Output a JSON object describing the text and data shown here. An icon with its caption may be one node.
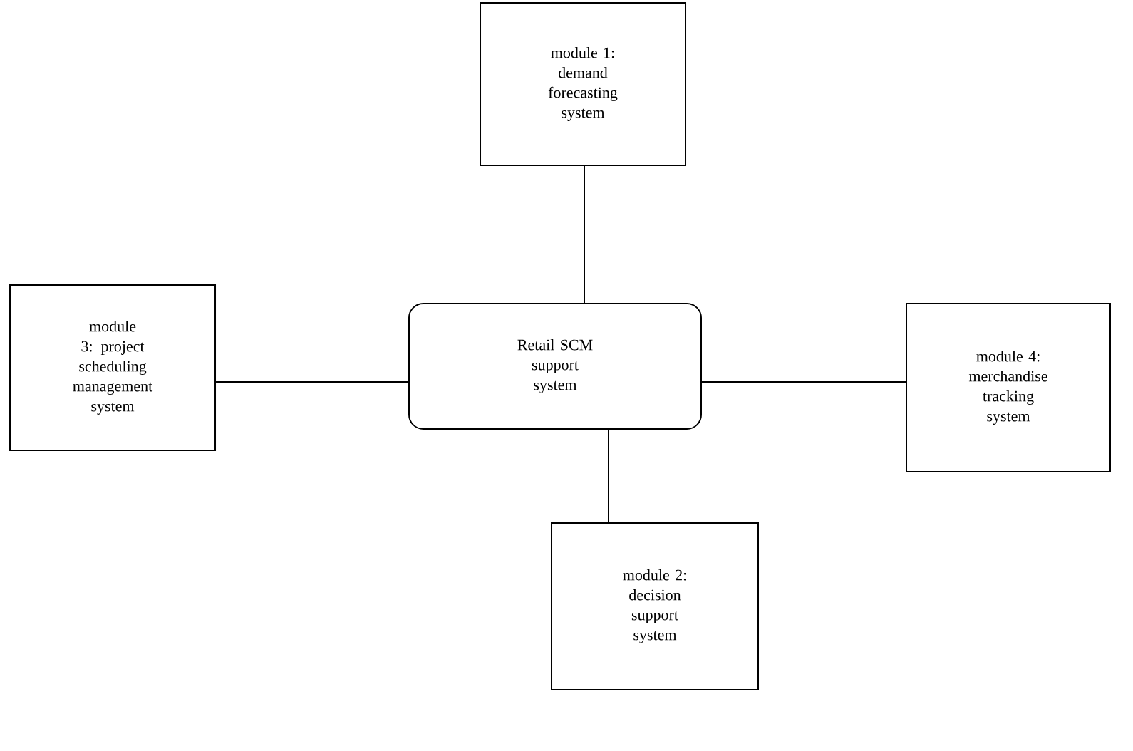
{
  "diagram": {
    "nodes": [
      {
        "text": [
          "module 1: demand forecasting system"
        ]
      },
      {
        "text": [
          "module 3: project scheduling management system"
        ]
      },
      {
        "text": [
          "Retail SCM support system"
        ]
      },
      {
        "text": [
          "module 4: merchandise tracking system"
        ]
      },
      {
        "text": [
          "module 2: decision support system"
        ]
      }
    ],
    "edges": [
      {
        "from": 2,
        "to": 0,
        "arrow": "none"
      },
      {
        "from": 2,
        "to": 1,
        "arrow": "none"
      },
      {
        "from": 2,
        "to": 3,
        "arrow": "none"
      },
      {
        "from": 2,
        "to": 4,
        "arrow": "none"
      }
    ]
  }
}
